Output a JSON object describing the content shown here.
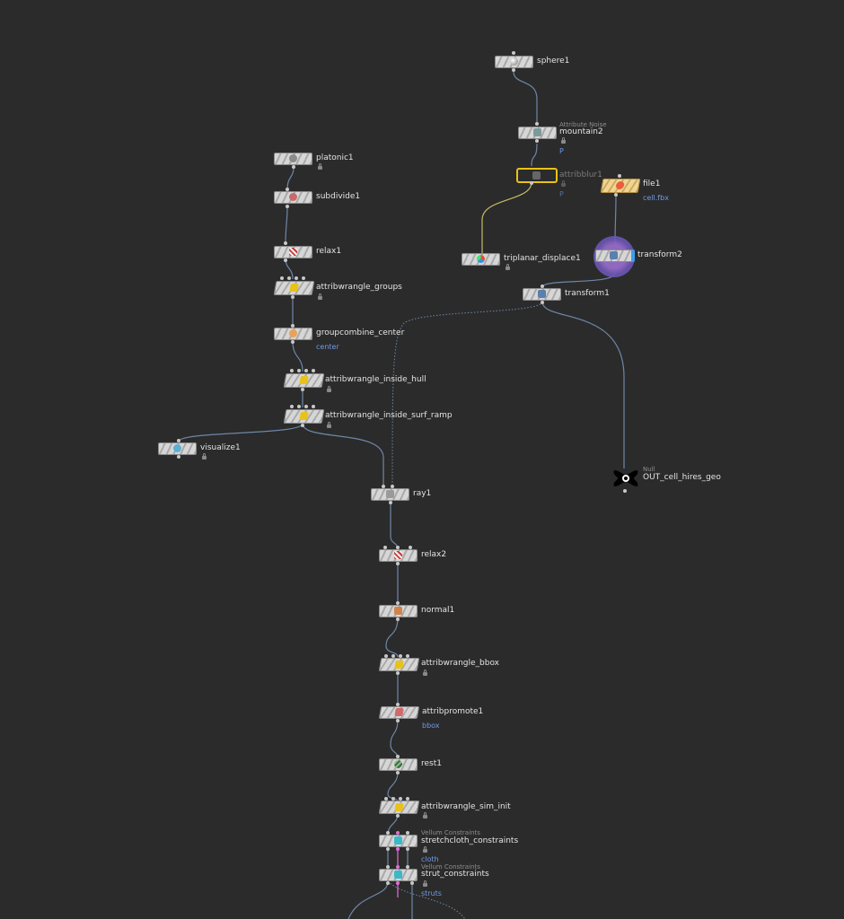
{
  "colors": {
    "background": "#2b2b2b",
    "wire": "#6f86a8",
    "wire_selected": "#c7bb6a",
    "highlight": "#e8c21a",
    "constraint_pink": "#e06fd8",
    "attr_text": "#6f9be6"
  },
  "nodes": {
    "sphere1": {
      "label": "sphere1",
      "icon": "sphere-icon"
    },
    "mountain2": {
      "label": "mountain2",
      "type": "Attribute Noise",
      "attr": "P",
      "icon": "noise-icon"
    },
    "attribblur1": {
      "label": "attribblur1",
      "attr": "P",
      "icon": "blur-icon"
    },
    "file1": {
      "label": "file1",
      "attr": "cell.fbx",
      "icon": "file-icon"
    },
    "triplanar_displace1": {
      "label": "triplanar_displace1",
      "icon": "triplanar-icon"
    },
    "transform2": {
      "label": "transform2",
      "icon": "transform-icon"
    },
    "transform1": {
      "label": "transform1",
      "icon": "transform-icon"
    },
    "out_null": {
      "label": "OUT_cell_hires_geo",
      "type": "Null",
      "icon": "null-icon"
    },
    "platonic1": {
      "label": "platonic1",
      "icon": "platonic-icon"
    },
    "subdivide1": {
      "label": "subdivide1",
      "icon": "subdivide-icon"
    },
    "relax1": {
      "label": "relax1",
      "icon": "relax-icon"
    },
    "attribwrangle_groups": {
      "label": "attribwrangle_groups",
      "icon": "wrangle-icon"
    },
    "groupcombine_center": {
      "label": "groupcombine_center",
      "attr": "center",
      "icon": "group-icon"
    },
    "attribwrangle_inside_hull": {
      "label": "attribwrangle_inside_hull",
      "icon": "wrangle-icon"
    },
    "attribwrangle_inside_surf_ramp": {
      "label": "attribwrangle_inside_surf_ramp",
      "icon": "wrangle-icon"
    },
    "visualize1": {
      "label": "visualize1",
      "icon": "visualize-icon"
    },
    "ray1": {
      "label": "ray1",
      "icon": "ray-icon"
    },
    "relax2": {
      "label": "relax2",
      "icon": "relax-icon"
    },
    "normal1": {
      "label": "normal1",
      "icon": "normal-icon"
    },
    "attribwrangle_bbox": {
      "label": "attribwrangle_bbox",
      "icon": "wrangle-icon"
    },
    "attribpromote1": {
      "label": "attribpromote1",
      "attr": "bbox",
      "icon": "promote-icon"
    },
    "rest1": {
      "label": "rest1",
      "icon": "rest-icon"
    },
    "attribwrangle_sim_init": {
      "label": "attribwrangle_sim_init",
      "icon": "wrangle-icon"
    },
    "stretchcloth_constraints": {
      "label": "stretchcloth_constraints",
      "type": "Vellum Constraints",
      "attr": "cloth",
      "icon": "vellum-icon"
    },
    "strut_constraints": {
      "label": "strut_constraints",
      "type": "Vellum Constraints",
      "attr": "struts",
      "icon": "vellum-icon"
    }
  }
}
